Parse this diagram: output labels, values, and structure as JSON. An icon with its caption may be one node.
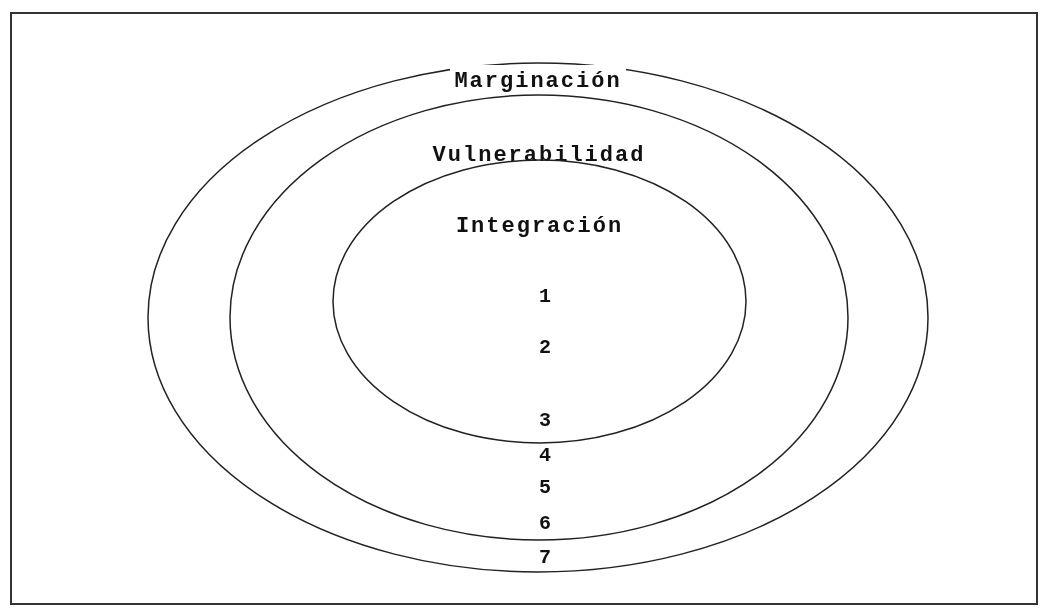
{
  "diagram": {
    "nodes": [
      {
        "text": [
          "Marginación"
        ]
      },
      {
        "text": [
          "Vulnerabilidad"
        ],
        "in": 0
      },
      {
        "text": [
          "Integración"
        ],
        "in": 1
      }
    ],
    "labels": [
      "1",
      "2",
      "3",
      "4",
      "5",
      "6",
      "7"
    ]
  }
}
